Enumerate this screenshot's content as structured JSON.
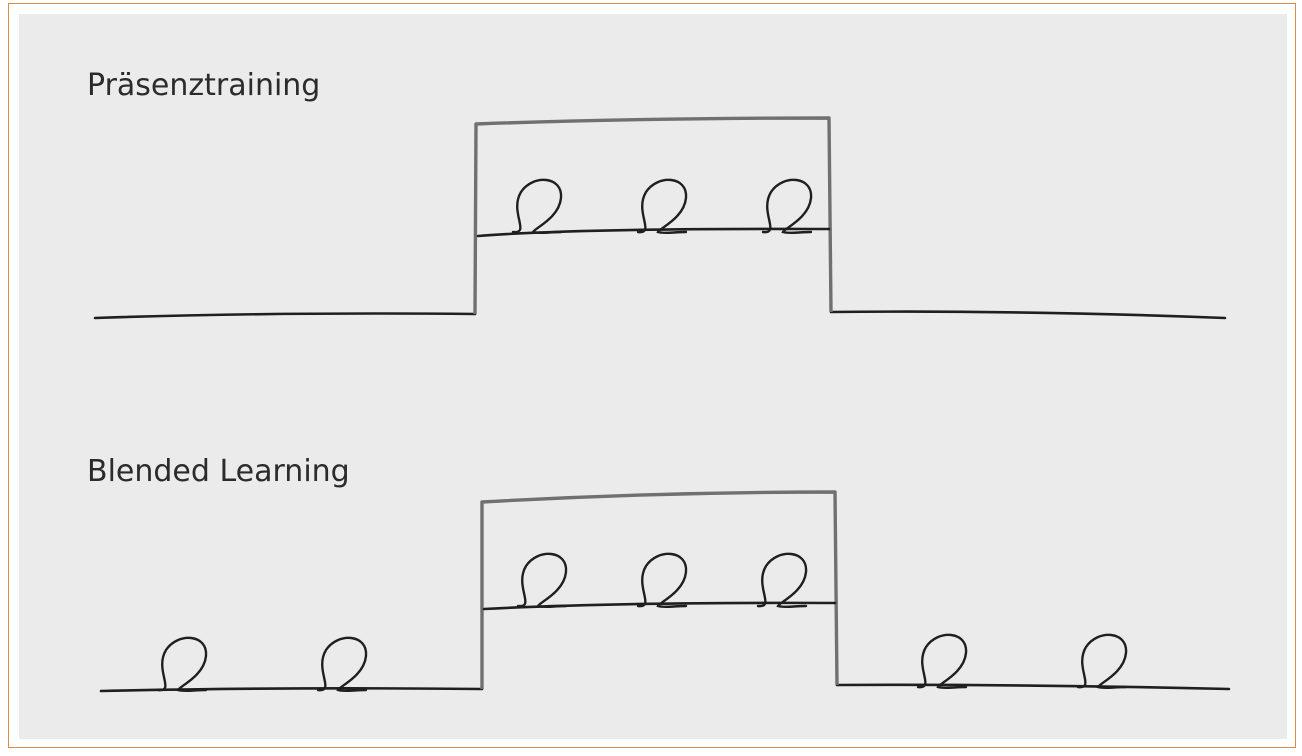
{
  "figure": {
    "colors": {
      "frame_border": "#e08a4a",
      "panel_background": "#ebebeb",
      "line": "#1f1f1f",
      "box": "#707070"
    },
    "sections": [
      {
        "id": "presence",
        "label": "Präsenztraining",
        "loops_before_box": 0,
        "loops_in_box": 3,
        "loops_after_box": 0
      },
      {
        "id": "blended",
        "label": "Blended Learning",
        "loops_before_box": 2,
        "loops_in_box": 3,
        "loops_after_box": 2
      }
    ]
  }
}
